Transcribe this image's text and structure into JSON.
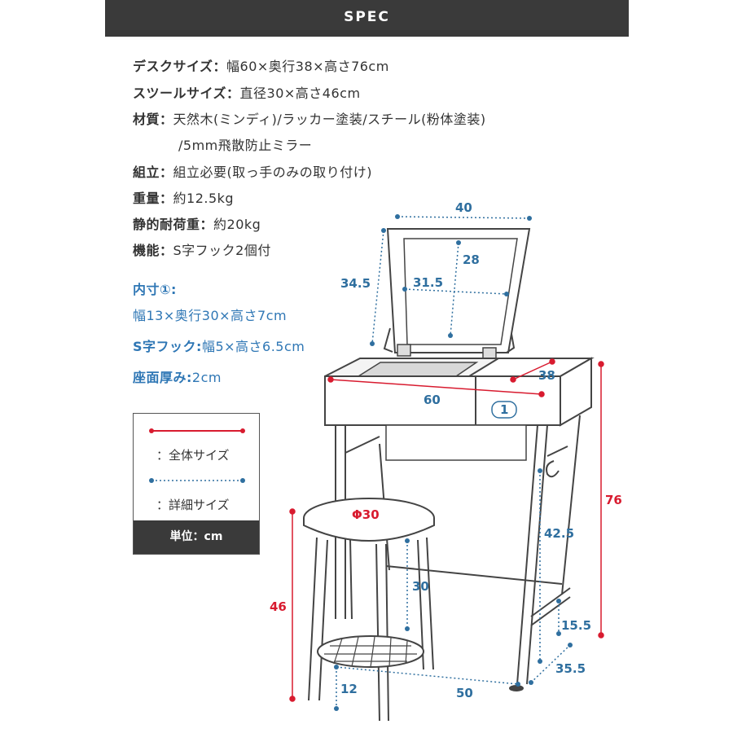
{
  "header": {
    "title": "SPEC"
  },
  "specs": [
    {
      "label": "デスクサイズ：",
      "value": "幅60×奥行38×高さ76cm"
    },
    {
      "label": "スツールサイズ：",
      "value": "直径30×高さ46cm"
    },
    {
      "label": "材質：",
      "value": "天然木(ミンディ)/ラッカー塗装/スチール(粉体塗装)"
    },
    {
      "label": "",
      "value": "/5mm飛散防止ミラー"
    },
    {
      "label": "組立：",
      "value": "組立必要(取っ手のみの取り付け)"
    },
    {
      "label": "重量：",
      "value": "約12.5kg"
    },
    {
      "label": "静的耐荷重：",
      "value": "約20kg"
    },
    {
      "label": "機能：",
      "value": "S字フック2個付"
    }
  ],
  "inner": [
    {
      "label": "内寸①:",
      "value": ""
    },
    {
      "label": "",
      "value": "幅13×奥行30×高さ7cm"
    },
    {
      "label": "S字フック:",
      "value": "幅5×高さ6.5cm"
    },
    {
      "label": "座面厚み:",
      "value": "2cm"
    }
  ],
  "legend": {
    "overall_label": "：全体サイズ",
    "detail_label": "：詳細サイズ",
    "unit_label": "単位：cm",
    "overall_color": "#d81b2f",
    "detail_color": "#2f6f9f"
  },
  "dimensions": {
    "mirror_width": "40",
    "mirror_height": "34.5",
    "mirror_inner_height": "28",
    "mirror_inner_width": "31.5",
    "desk_depth": "38",
    "desk_width": "60",
    "compartment": "1",
    "desk_height": "76",
    "stool_diameter": "Φ30",
    "knee_height": "42.5",
    "stool_leg_span": "30",
    "stool_height": "46",
    "rail_height": "15.5",
    "leg_depth": "35.5",
    "leg_width": "50",
    "foot_height": "12"
  }
}
